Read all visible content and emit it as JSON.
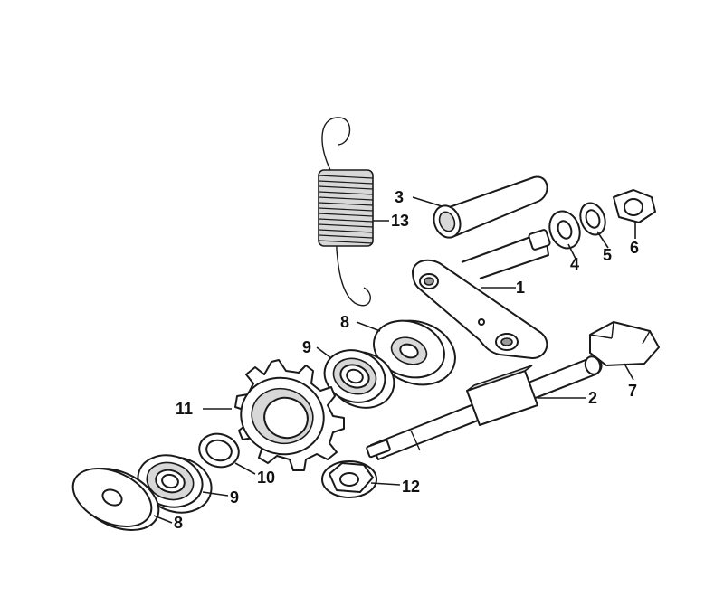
{
  "diagram": {
    "callouts": {
      "c1": "1",
      "c2": "2",
      "c3": "3",
      "c4": "4",
      "c5": "5",
      "c6": "6",
      "c7": "7",
      "c8a": "8",
      "c8b": "8",
      "c9a": "9",
      "c9b": "9",
      "c10": "10",
      "c11": "11",
      "c12": "12",
      "c13": "13"
    }
  }
}
